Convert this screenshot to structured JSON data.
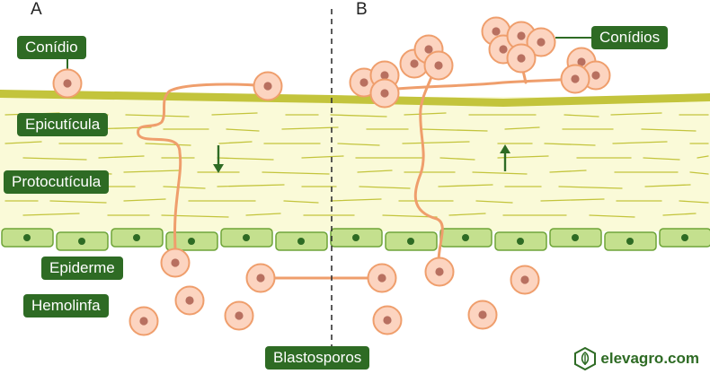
{
  "panels": {
    "a": "A",
    "b": "B"
  },
  "labels": {
    "conidio": "Conídio",
    "conidios": "Conídios",
    "epicuticula": "Epicutícula",
    "protocuticula": "Protocutícula",
    "epiderme": "Epiderme",
    "hemolinfa": "Hemolinfa",
    "blastosporos": "Blastosporos"
  },
  "brand": {
    "text": "elevagro.com",
    "icon": "leaf-hexagon-icon"
  },
  "colors": {
    "tag_bg": "#2e6b24",
    "epicuticle": "#c3c43c",
    "procuticle": "#fafad8",
    "cell_fill": "#c4e08e",
    "cell_stroke": "#6ea438",
    "nucleus": "#2e6b24",
    "spore_fill": "#fcd4c0",
    "spore_stroke": "#ef9e6c",
    "spore_nucleus": "#b87060",
    "hypha": "#ef9e6c",
    "arrow": "#2e6b24"
  }
}
